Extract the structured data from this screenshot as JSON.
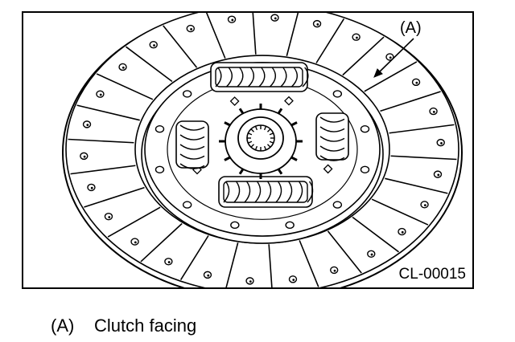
{
  "figure": {
    "callout_label": "(A)",
    "figure_code": "CL-00015"
  },
  "legend": {
    "items": [
      {
        "key": "(A)",
        "text": "Clutch facing"
      }
    ]
  }
}
